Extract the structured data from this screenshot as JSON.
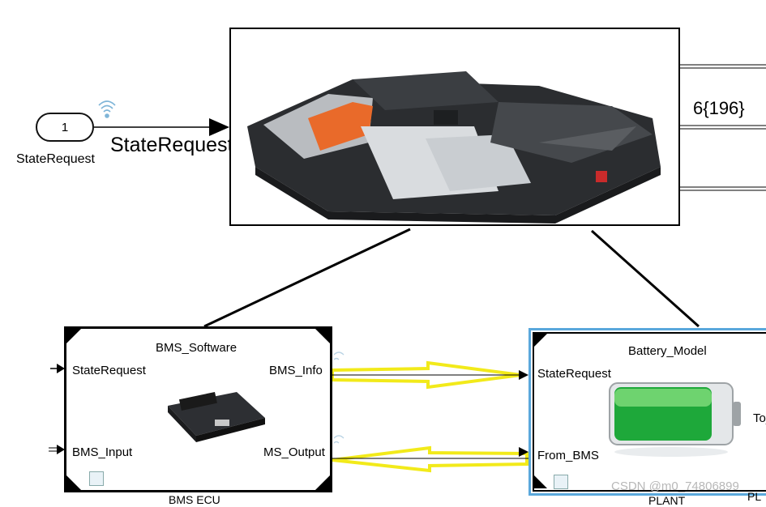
{
  "inport": {
    "number": "1",
    "name": "StateRequest"
  },
  "signal_label": "StateRequest",
  "bus_label": "6{196}",
  "ecu": {
    "title": "BMS_Software",
    "inputs": [
      "StateRequest",
      "BMS_Input"
    ],
    "outputs": [
      "BMS_Info",
      "MS_Output"
    ],
    "name": "BMS ECU"
  },
  "plant": {
    "title": "Battery_Model",
    "inputs": [
      "StateRequest",
      "From_BMS"
    ],
    "outputs": [
      "To_"
    ],
    "name": "PLANT"
  },
  "corner_label": "PL",
  "watermark": "CSDN @m0_74806899",
  "colors": {
    "signal": "#000000",
    "highlight": "#f2ea1a",
    "plant_border": "#5aa8dc"
  }
}
